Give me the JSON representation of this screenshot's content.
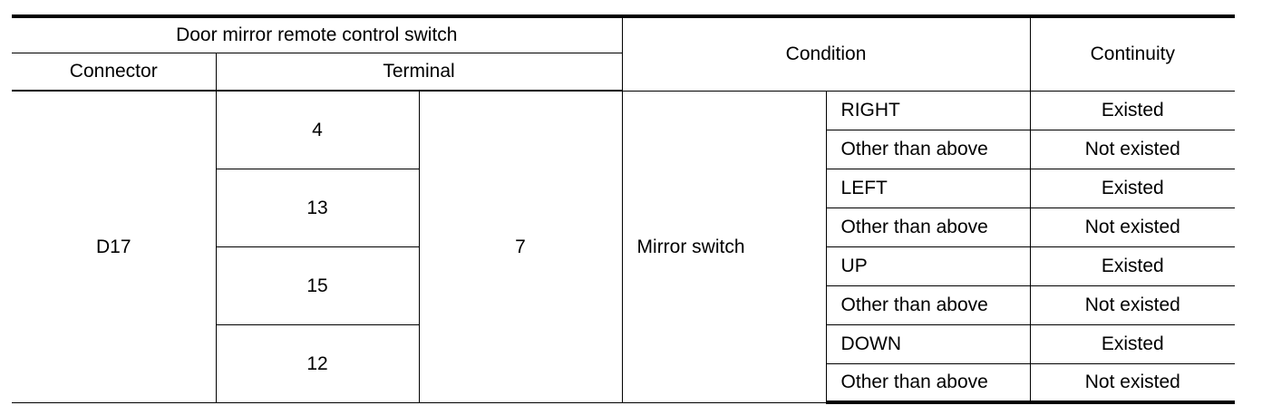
{
  "headers": {
    "group": "Door mirror remote control switch",
    "connector": "Connector",
    "terminal": "Terminal",
    "condition": "Condition",
    "continuity": "Continuity"
  },
  "body": {
    "connector": "D17",
    "terminal_b": "7",
    "condition_main": "Mirror switch",
    "groups": [
      {
        "terminal_a": "4",
        "rows": [
          {
            "condition": "RIGHT",
            "continuity": "Existed"
          },
          {
            "condition": "Other than above",
            "continuity": "Not existed"
          }
        ]
      },
      {
        "terminal_a": "13",
        "rows": [
          {
            "condition": "LEFT",
            "continuity": "Existed"
          },
          {
            "condition": "Other than above",
            "continuity": "Not existed"
          }
        ]
      },
      {
        "terminal_a": "15",
        "rows": [
          {
            "condition": "UP",
            "continuity": "Existed"
          },
          {
            "condition": "Other than above",
            "continuity": "Not existed"
          }
        ]
      },
      {
        "terminal_a": "12",
        "rows": [
          {
            "condition": "DOWN",
            "continuity": "Existed"
          },
          {
            "condition": "Other than above",
            "continuity": "Not existed"
          }
        ]
      }
    ]
  }
}
